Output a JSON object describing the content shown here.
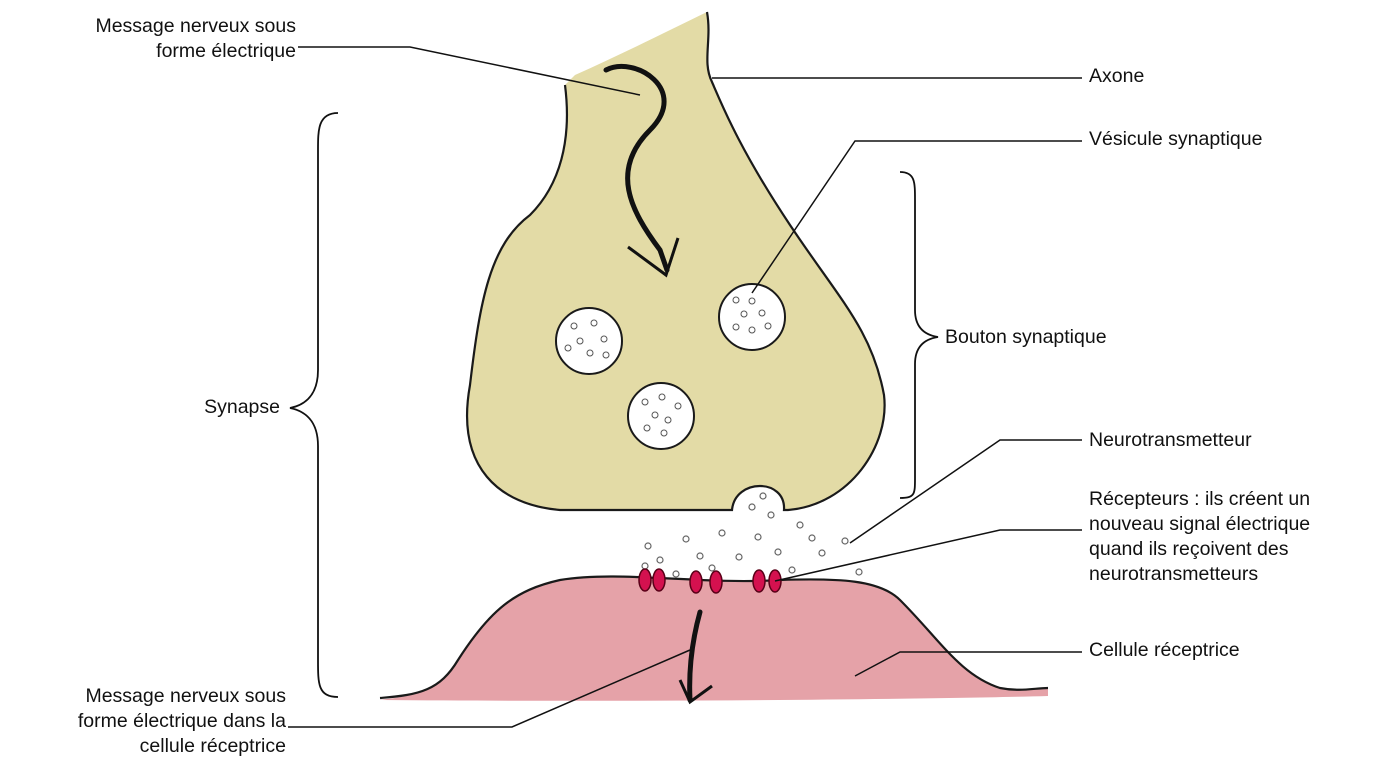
{
  "labels": {
    "message_top": {
      "line1": "Message nerveux sous",
      "line2": "forme électrique"
    },
    "axone": "Axone",
    "vesicule": "Vésicule synaptique",
    "synapse": "Synapse",
    "bouton": "Bouton synaptique",
    "neurotransmetteur": "Neurotransmetteur",
    "recepteurs": {
      "line1": "Récepteurs : ils créent un",
      "line2": "nouveau signal électrique",
      "line3": "quand ils reçoivent des",
      "line4": "neurotransmetteurs"
    },
    "cellule": "Cellule réceptrice",
    "message_bottom": {
      "line1": "Message nerveux sous",
      "line2": "forme électrique dans la",
      "line3": "cellule réceptrice"
    }
  },
  "colors": {
    "presynaptic_fill": "#e3dba6",
    "postsynaptic_fill": "#e5a2a8",
    "receptor_fill": "#d4114f",
    "vesicle_fill": "#ffffff",
    "outline": "#1a1a1a"
  }
}
